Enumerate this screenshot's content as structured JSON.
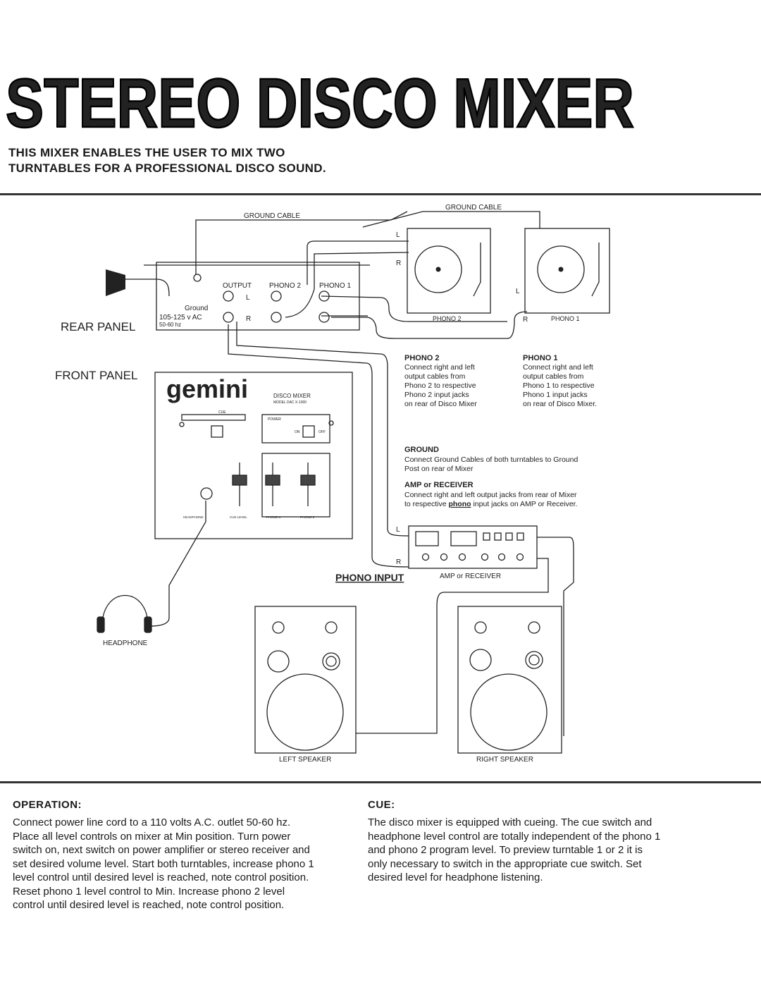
{
  "title": "STEREO DISCO MIXER",
  "subtitle": [
    "THIS MIXER ENABLES THE USER TO MIX TWO",
    "TURNTABLES FOR A PROFESSIONAL DISCO SOUND."
  ],
  "diagram": {
    "ground_cable_left": "GROUND CABLE",
    "ground_cable_right": "GROUND CABLE",
    "rear_panel_label": "REAR PANEL",
    "front_panel_label": "FRONT PANEL",
    "output": "OUTPUT",
    "phono2": "PHONO 2",
    "phono1": "PHONO 1",
    "l": "L",
    "r": "R",
    "ground": "Ground",
    "voltage": "105-125 v AC",
    "freq": "50-60 hz",
    "turntable2_label": "PHONO 2",
    "turntable1_label": "PHONO 1",
    "brand": "gemini",
    "disco_mixer": "DISCO MIXER",
    "model": "MODEL DAC X-1000",
    "cue": "CUE",
    "power": "POWER",
    "on": "ON",
    "off": "OFF",
    "headphone_jack": "HEADPHONE",
    "cue_level": "CUE LEVEL",
    "phono1_fader": "PHONO 1",
    "phono2_fader": "PHONO 2",
    "phono2_head": "PHONO 2",
    "phono2_text": [
      "Connect right and left",
      "output cables from",
      "Phono 2 to respective",
      "Phono 2 input jacks",
      "on rear of Disco Mixer"
    ],
    "phono1_head": "PHONO 1",
    "phono1_text": [
      "Connect right and left",
      "output cables from",
      "Phono 1 to respective",
      "Phono 1 input jacks",
      "on rear of Disco Mixer."
    ],
    "ground_head": "GROUND",
    "ground_text": [
      "Connect Ground Cables of both turntables to Ground",
      "Post on rear of Mixer"
    ],
    "amp_head": "AMP or RECEIVER",
    "amp_text_1": "Connect right and left output jacks from rear of Mixer",
    "amp_text_2a": "to respective ",
    "amp_text_2b": "phono",
    "amp_text_2c": " input jacks on AMP or Receiver.",
    "phono_input": "PHONO INPUT",
    "amp_label": "AMP or RECEIVER",
    "headphone_label": "HEADPHONE",
    "left_speaker": "LEFT SPEAKER",
    "right_speaker": "RIGHT SPEAKER"
  },
  "operation": {
    "heading": "OPERATION:",
    "lines": [
      "Connect power line cord to a 110 volts A.C. outlet 50-60 hz.",
      "Place all level controls on mixer at Min position. Turn power",
      "switch on, next switch on power amplifier or stereo receiver and",
      "set desired volume level. Start both turntables, increase phono 1",
      "level control until desired level is reached, note control position.",
      "Reset phono 1 level control to Min. Increase phono 2 level",
      "control until desired level is reached, note control position."
    ]
  },
  "cue": {
    "heading": "CUE:",
    "lines": [
      "The disco mixer is equipped with cueing. The cue switch and",
      "headphone level control are totally independent of the phono 1",
      "and phono 2 program level. To preview turntable 1 or 2 it is",
      "only necessary to switch in the appropriate cue switch. Set",
      "desired level for headphone listening."
    ]
  }
}
